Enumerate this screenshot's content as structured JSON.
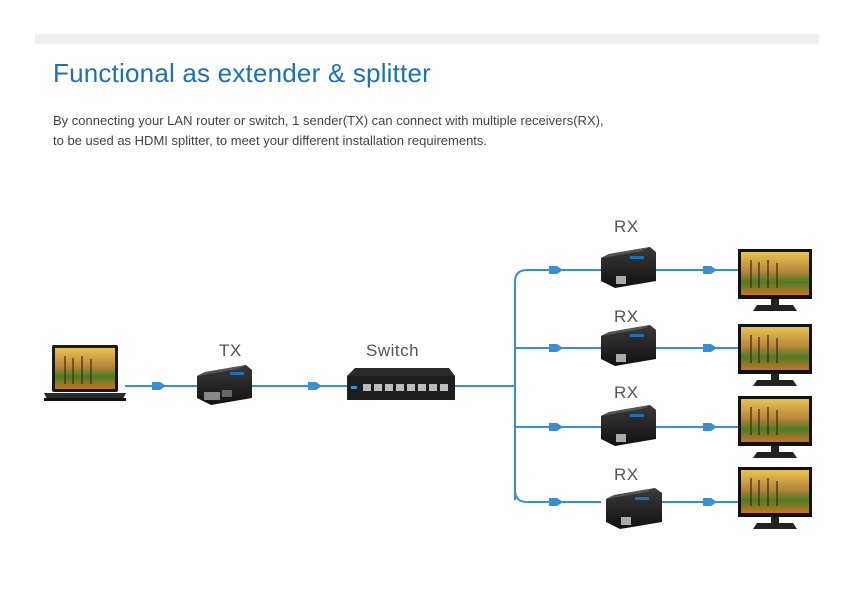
{
  "heading": "Functional as extender & splitter",
  "description": {
    "line1": "By connecting your LAN router or switch, 1 sender(TX) can connect with multiple receivers(RX),",
    "line2": "to be used as HDMI splitter, to meet your different installation requirements."
  },
  "labels": {
    "tx": "TX",
    "switch": "Switch",
    "rx": [
      "RX",
      "RX",
      "RX",
      "RX"
    ]
  },
  "colors": {
    "title": "#1f6fb5",
    "cable": "#3a8fd0",
    "device": "#1b1b1b",
    "screen_sky": "#d9b24a",
    "screen_foliage": "#3a6b1c"
  },
  "icons": {
    "source": "laptop-icon",
    "sender": "tx-box-icon",
    "hub": "network-switch-icon",
    "receiver": "rx-box-icon",
    "display": "monitor-icon"
  }
}
